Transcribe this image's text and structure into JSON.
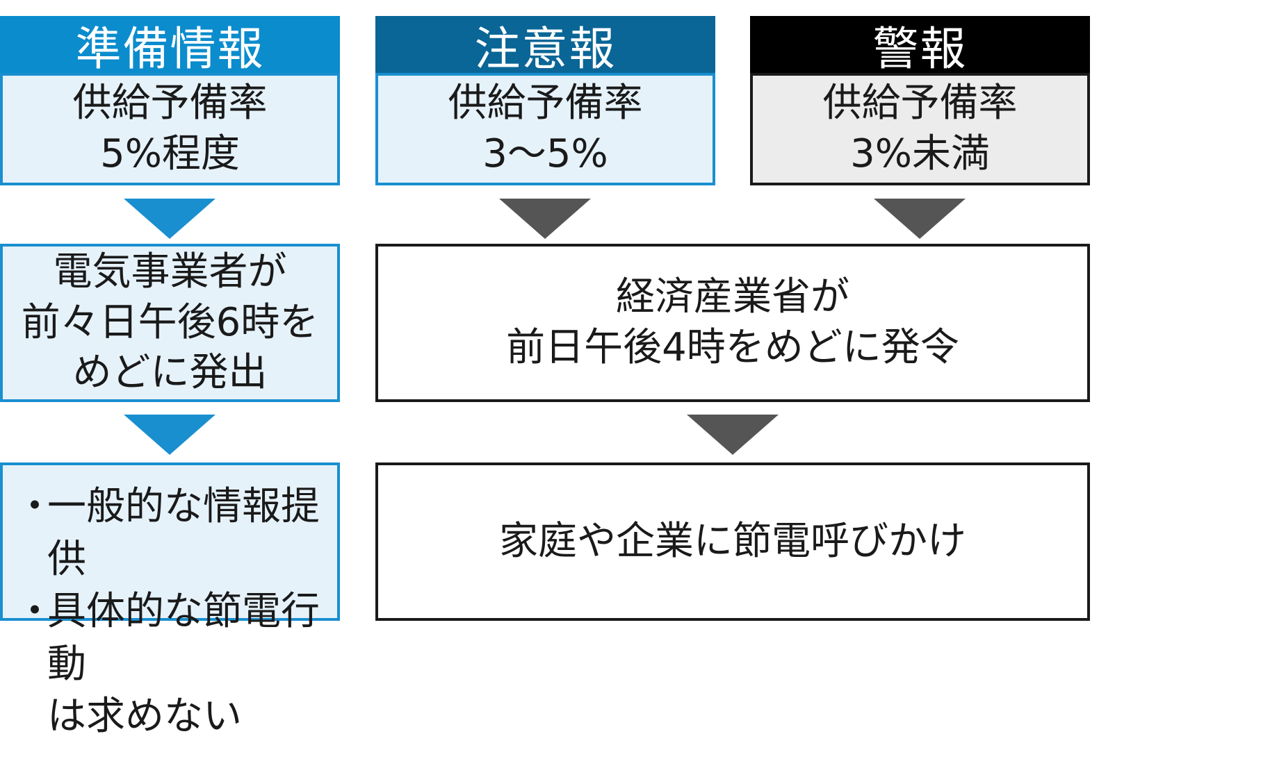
{
  "columns": [
    {
      "header": "準備情報",
      "condition_lines": [
        "供給予備率",
        "5%程度"
      ]
    },
    {
      "header": "注意報",
      "condition_lines": [
        "供給予備率",
        "3〜5%"
      ]
    },
    {
      "header": "警報",
      "condition_lines": [
        "供給予備率",
        "3%未満"
      ]
    }
  ],
  "issuance": {
    "prep_lines": [
      "電気事業者が",
      "前々日午後6時を",
      "めどに発出"
    ],
    "meti_lines": [
      "経済産業省が",
      "前日午後4時をめどに発令"
    ]
  },
  "actions": {
    "prep_bullet": "・",
    "prep_lines": [
      "一般的な情報提供",
      "具体的な節電行動",
      "は求めない"
    ],
    "meti_text": "家庭や企業に節電呼びかけ"
  },
  "colors": {
    "prep_header": "#0b8ccd",
    "advisory_header": "#0a6696",
    "warning_header": "#000000",
    "light_blue_fill": "#e6f2fa",
    "grey_fill": "#ececec",
    "blue_arrow": "#1a8fd0",
    "grey_arrow": "#555555"
  }
}
